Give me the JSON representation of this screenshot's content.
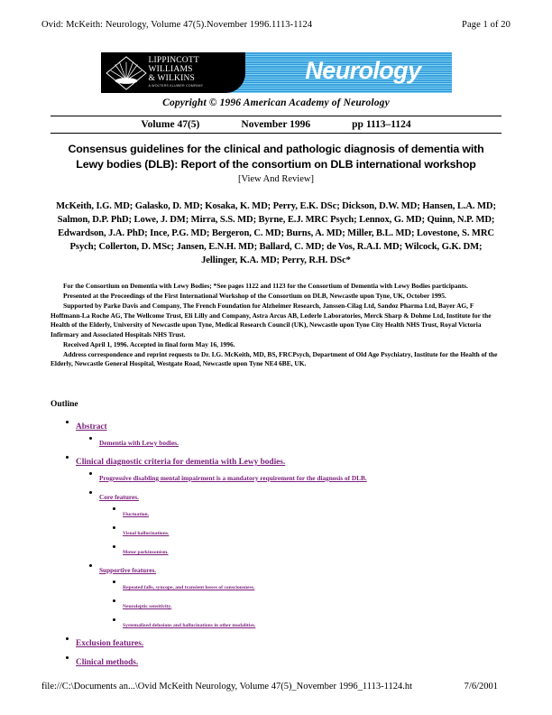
{
  "page_header": {
    "left": "Ovid: McKeith: Neurology, Volume 47(5).November 1996.1113-1124",
    "right": "Page 1 of 20"
  },
  "banner": {
    "publisher_name_line1": "Lippincott",
    "publisher_name_line2": "Williams",
    "publisher_name_line3": "& Wilkins",
    "publisher_tagline": "A Wolters Kluwer Company",
    "journal_title": "Neurology",
    "stripe_color_dark": "#2e97d6",
    "stripe_color_light": "#7fd0f3",
    "logo_background": "#000000"
  },
  "copyright": "Copyright © 1996 American Academy of Neurology",
  "volume_bar": {
    "volume": "Volume 47(5)",
    "issue_date": "November 1996",
    "pages": "pp 1113–1124"
  },
  "article": {
    "title": "Consensus guidelines for the clinical and pathologic diagnosis of dementia with Lewy bodies (DLB): Report of the consortium on DLB international workshop",
    "subtitle": "[View And Review]",
    "authors": "McKeith, I.G. MD; Galasko, D. MD; Kosaka, K. MD; Perry, E.K. DSc; Dickson, D.W. MD; Hansen, L.A. MD; Salmon, D.P. PhD; Lowe, J. DM; Mirra, S.S. MD; Byrne, E.J. MRC Psych; Lennox, G. MD; Quinn, N.P. MD; Edwardson, J.A. PhD; Ince, P.G. MD; Bergeron, C. MD; Burns, A. MD; Miller, B.L. MD; Lovestone, S. MRC Psych; Collerton, D. MSc; Jansen, E.N.H. MD; Ballard, C. MD; de Vos, R.A.I. MD; Wilcock, G.K. DM; Jellinger, K.A. MD; Perry, R.H. DSc*"
  },
  "notes": [
    "For the Consortium on Dementia with Lewy Bodies; *See pages 1122 and 1123 for the Consortium of Dementia with Lewy Bodies participants.",
    "Presented at the Proceedings of the First International Workshop of the Consortium on DLB, Newcastle upon Tyne, UK, October 1995.",
    "Supported by Parke Davis and Company, The French Foundation for Alzheimer Research, Janssen-Cilag Ltd, Sandoz Pharma Ltd, Bayer AG, F Hoffmann-La Roche AG, The Wellcome Trust, Eli Lilly and Company, Astra Arcus AB, Lederle Laboratories, Merck Sharp & Dohme Ltd, Institute for the Health of the Elderly, University of Newcastle upon Tyne, Medical Research Council (UK), Newcastle upon Tyne City Health NHS Trust, Royal Victoria Infirmary and Associated Hospitals NHS Trust.",
    "Received April 1, 1996. Accepted in final form May 16, 1996.",
    "Address correspondence and reprint requests to Dr. I.G. McKeith, MD, BS, FRCPsych, Department of Old Age Psychiatry, Institute for the Health of the Elderly, Newcastle General Hospital, Westgate Road, Newcastle upon Tyne NE4 6BE, UK."
  ],
  "outline": {
    "heading": "Outline",
    "link_color": "#7b1f7b",
    "items": [
      {
        "label": "Abstract",
        "children": [
          {
            "label": "Dementia with Lewy bodies."
          }
        ]
      },
      {
        "label": "Clinical diagnostic criteria for dementia with Lewy bodies.",
        "children": [
          {
            "label": "Progressive disabling mental impairment is a mandatory requirement for the diagnosis of DLB."
          },
          {
            "label": "Core features.",
            "children": [
              {
                "label": "Fluctuation."
              },
              {
                "label": "Visual hallucinations."
              },
              {
                "label": "Motor parkinsonism."
              }
            ]
          },
          {
            "label": "Supportive features.",
            "children": [
              {
                "label": "Repeated falls, syncope, and transient losses of consciousness."
              },
              {
                "label": "Neuroleptic sensitivity."
              },
              {
                "label": "Systemalized delusions and hallucinations in other modalities."
              }
            ]
          }
        ]
      },
      {
        "label": "Exclusion features."
      },
      {
        "label": "Clinical methods."
      }
    ]
  },
  "page_footer": {
    "url": "file://C:\\Documents an...\\Ovid McKeith Neurology, Volume 47(5)_November 1996_1113-1124.ht",
    "date": "7/6/2001"
  }
}
